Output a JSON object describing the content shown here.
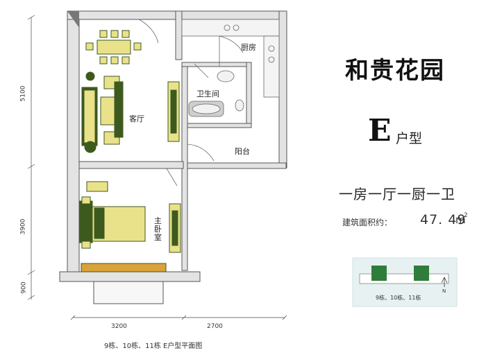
{
  "title": "和贵花园",
  "unit_type": {
    "letter": "E",
    "suffix": "户型"
  },
  "layout_text": "一房一厅一厨一卫",
  "area": {
    "label": "建筑面积约：",
    "value": "47. 49",
    "unit": "m",
    "unit_sup": "2"
  },
  "rooms": {
    "kitchen": "厨房",
    "bathroom": "卫生间",
    "living": "客厅",
    "balcony": "阳台",
    "bedroom_1": "主",
    "bedroom_2": "卧",
    "bedroom_3": "室"
  },
  "dimensions": {
    "left_top": "5100",
    "left_mid": "3900",
    "left_bottom": "900",
    "bottom_left": "3200",
    "bottom_right": "2700"
  },
  "caption": "9栋、10栋、11栋 E户型平面图",
  "keyplan": {
    "label": "9栋、10栋、11栋",
    "north": "N"
  },
  "colors": {
    "wall": "#e3e3e3",
    "wall_edge": "#555555",
    "furniture_green": "#3d5a1e",
    "furniture_yellow": "#e9e28a",
    "keyplan_green": "#2f7d3a",
    "keyplan_bg": "#e7f1f1"
  }
}
